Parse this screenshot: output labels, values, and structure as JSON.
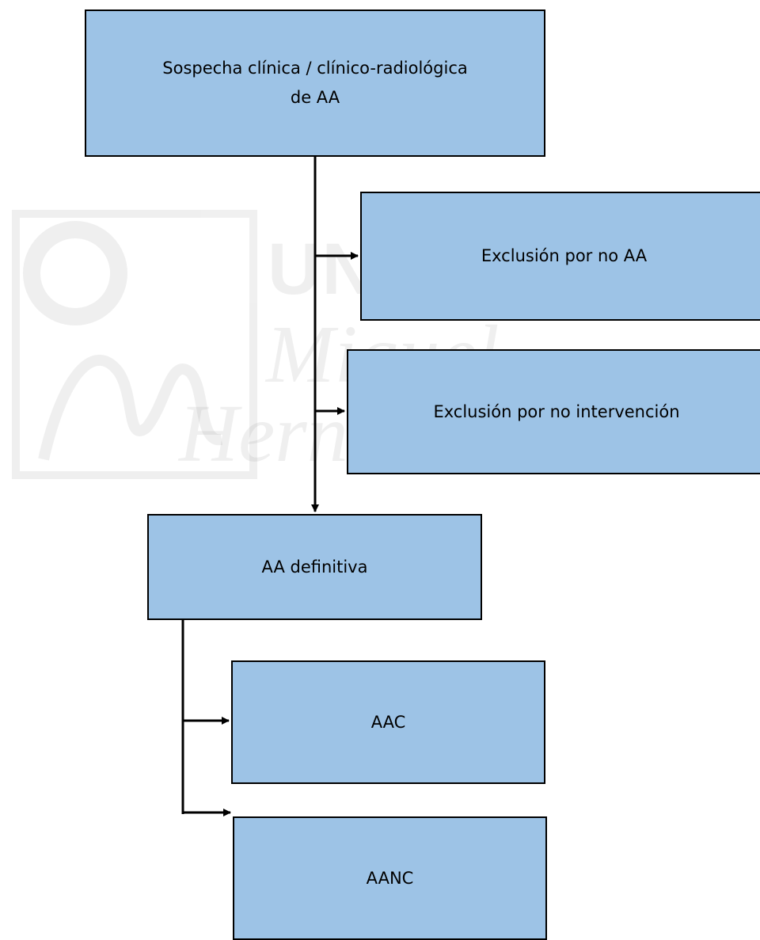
{
  "diagram": {
    "nodes": {
      "suspicion": "Sospecha clínica / clínico-radiológica\nde AA",
      "exclusion_no_aa": "Exclusión por no AA",
      "exclusion_no_intervention": "Exclusión por no intervención",
      "definitive": "AA definitiva",
      "aac": "AAC",
      "aanc": "AANC"
    },
    "edges": [
      {
        "from": "suspicion",
        "to": "exclusion_no_aa"
      },
      {
        "from": "suspicion",
        "to": "exclusion_no_intervention"
      },
      {
        "from": "suspicion",
        "to": "definitive"
      },
      {
        "from": "definitive",
        "to": "aac"
      },
      {
        "from": "definitive",
        "to": "aanc"
      }
    ],
    "colors": {
      "box_fill": "#9dc3e6",
      "box_border": "#000000",
      "connector": "#000000"
    }
  },
  "watermark": {
    "line1": "UNIVERSITAS",
    "line2": "Miguel",
    "line3": "Hernández",
    "logo": "MH"
  }
}
